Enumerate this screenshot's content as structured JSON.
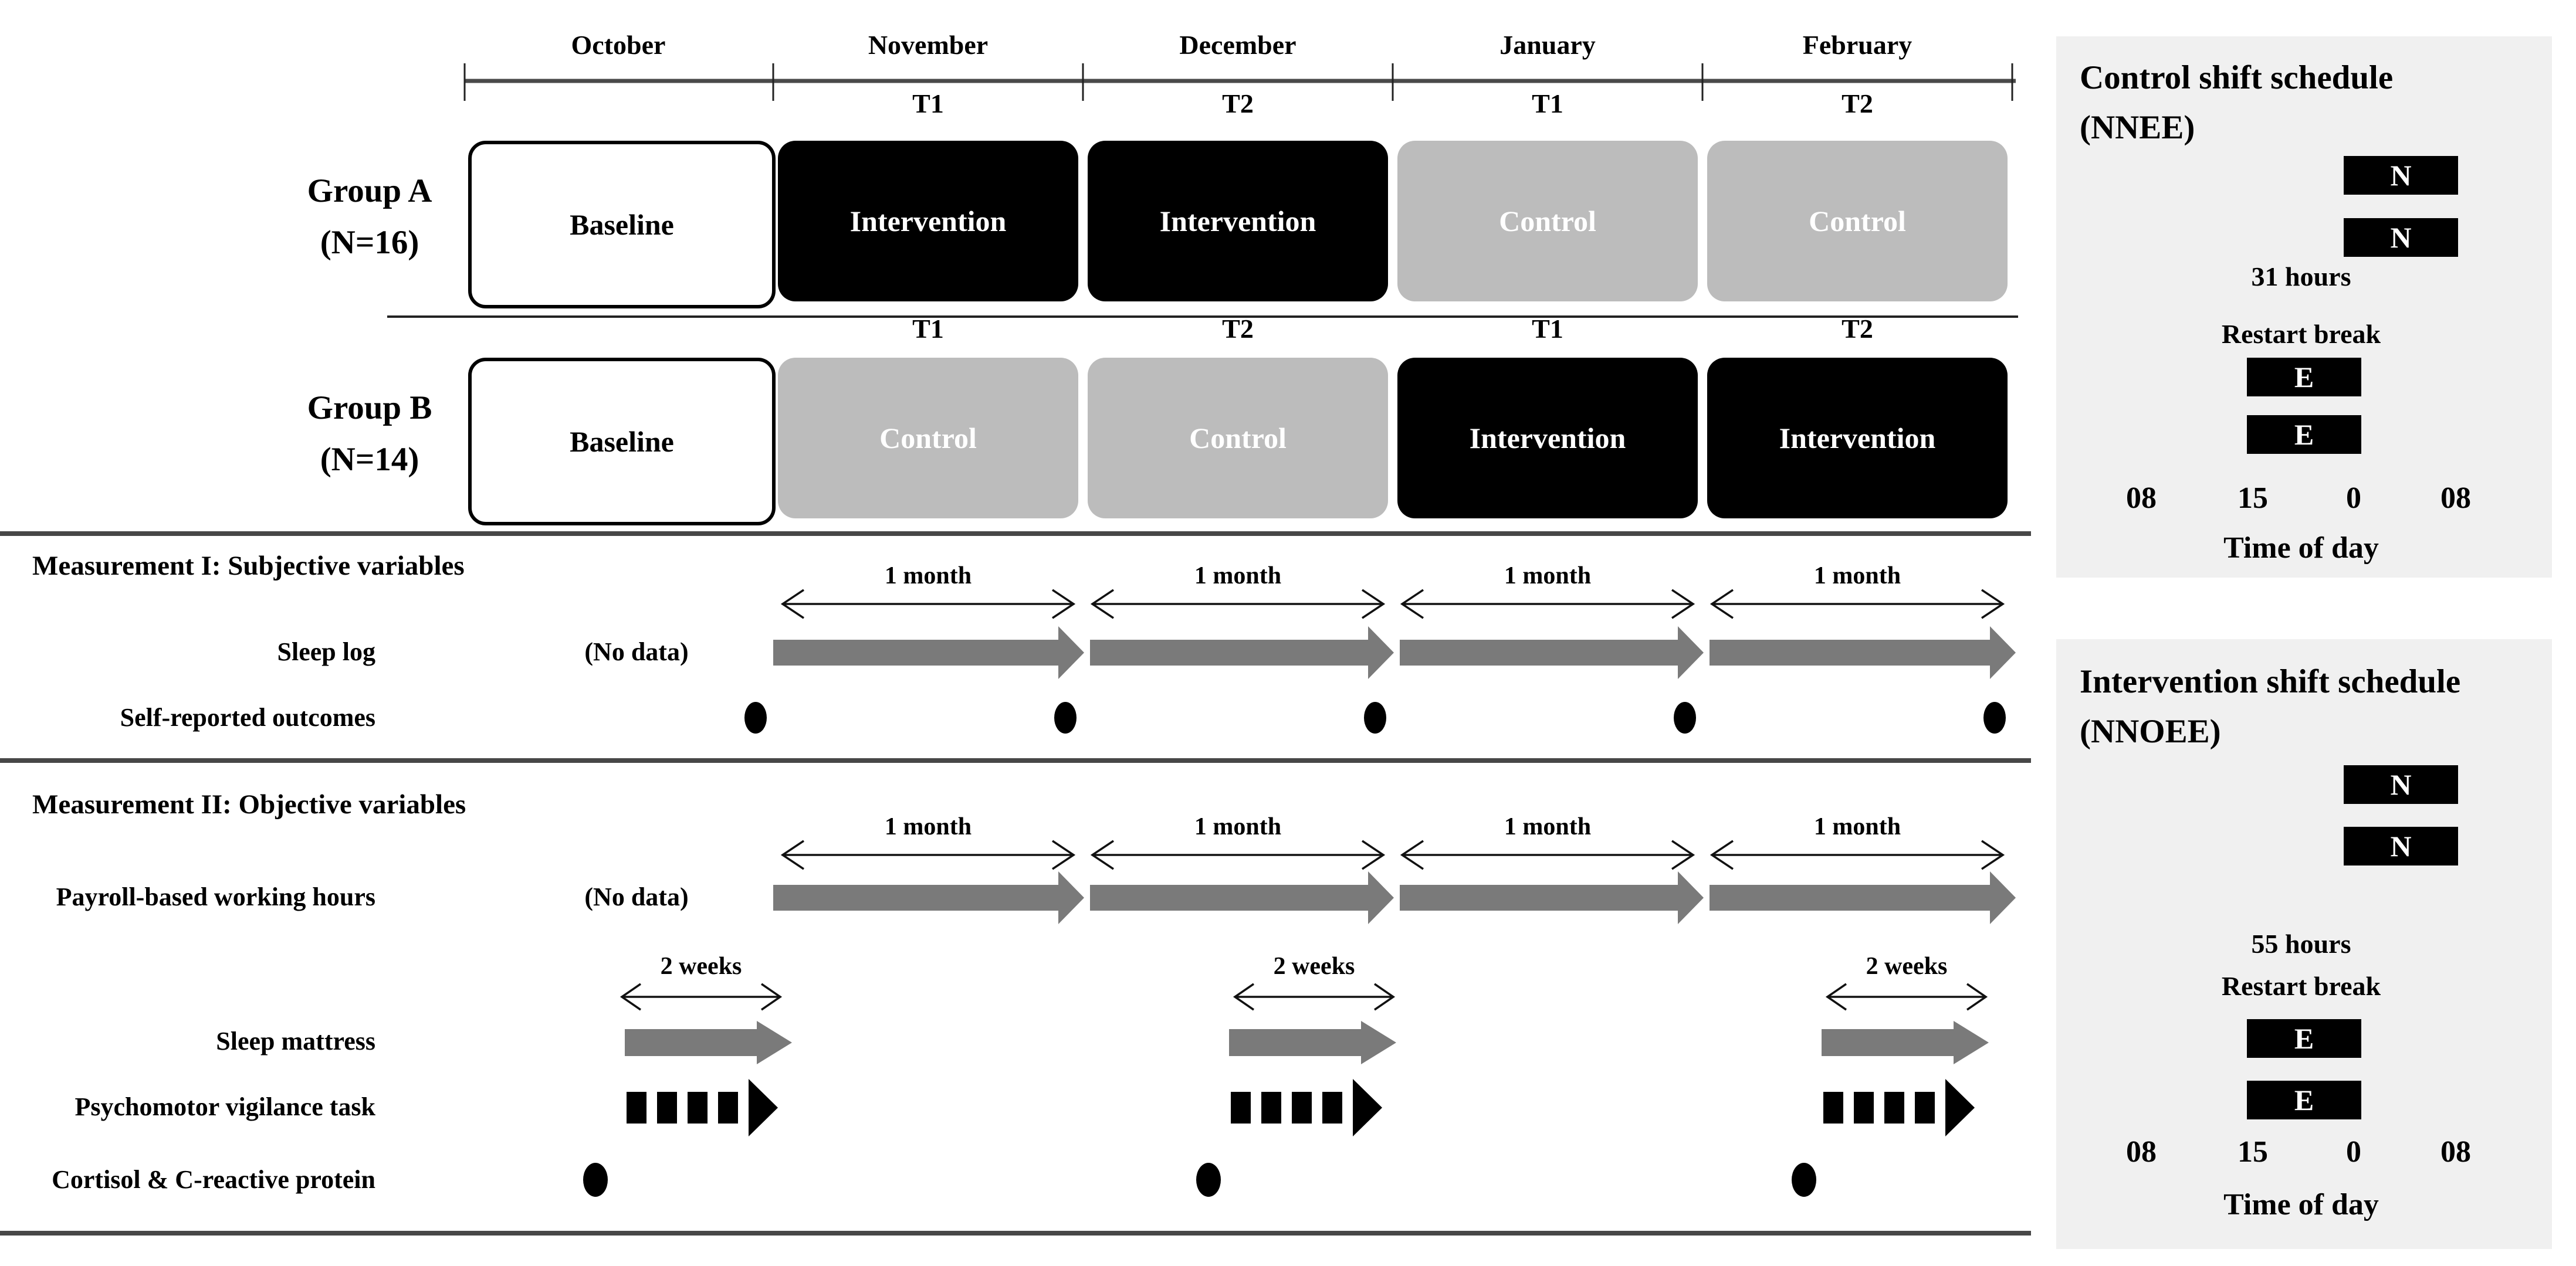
{
  "colors": {
    "phase_black": "#000000",
    "phase_gray": "#bcbcbc",
    "arrow_gray": "#7a7a7a",
    "panel_bg": "#f0f0f0",
    "divider": "#474747"
  },
  "timeline": {
    "months": [
      "October",
      "November",
      "December",
      "January",
      "February"
    ]
  },
  "groups": {
    "a": {
      "name": "Group A",
      "n": "(N=16)",
      "time_labels": [
        "T1",
        "T2",
        "T1",
        "T2"
      ],
      "phases": [
        "Baseline",
        "Intervention",
        "Intervention",
        "Control",
        "Control"
      ]
    },
    "b": {
      "name": "Group B",
      "n": "(N=14)",
      "time_labels": [
        "T1",
        "T2",
        "T1",
        "T2"
      ],
      "phases": [
        "Baseline",
        "Control",
        "Control",
        "Intervention",
        "Intervention"
      ]
    }
  },
  "measurement1": {
    "header": "Measurement I: Subjective variables",
    "month_spans": [
      "1 month",
      "1 month",
      "1 month",
      "1 month"
    ],
    "sleep_log": {
      "label": "Sleep log",
      "note": "(No data)"
    },
    "self_reported": {
      "label": "Self-reported outcomes"
    }
  },
  "measurement2": {
    "header": "Measurement II: Objective variables",
    "month_spans": [
      "1 month",
      "1 month",
      "1 month",
      "1 month"
    ],
    "week_spans": [
      "2 weeks",
      "2 weeks",
      "2 weeks"
    ],
    "payroll": {
      "label": "Payroll-based working hours",
      "note": "(No data)"
    },
    "sleep_mattress": {
      "label": "Sleep mattress"
    },
    "pvt": {
      "label": "Psychomotor vigilance task"
    },
    "cortisol": {
      "label": "Cortisol & C-reactive protein"
    }
  },
  "control_panel": {
    "title": "Control shift schedule",
    "subtitle": "(NNEE)",
    "shifts": {
      "n1": "N",
      "n2": "N",
      "e1": "E",
      "e2": "E"
    },
    "duration": "31 hours",
    "break_label": "Restart break",
    "axis": {
      "ticks": [
        "08",
        "15",
        "0",
        "08"
      ],
      "label": "Time of day"
    }
  },
  "intervention_panel": {
    "title": "Intervention shift schedule",
    "subtitle": "(NNOEE)",
    "shifts": {
      "n1": "N",
      "n2": "N",
      "e1": "E",
      "e2": "E"
    },
    "duration": "55 hours",
    "break_label": "Restart break",
    "axis": {
      "ticks": [
        "08",
        "15",
        "0",
        "08"
      ],
      "label": "Time of day"
    }
  }
}
